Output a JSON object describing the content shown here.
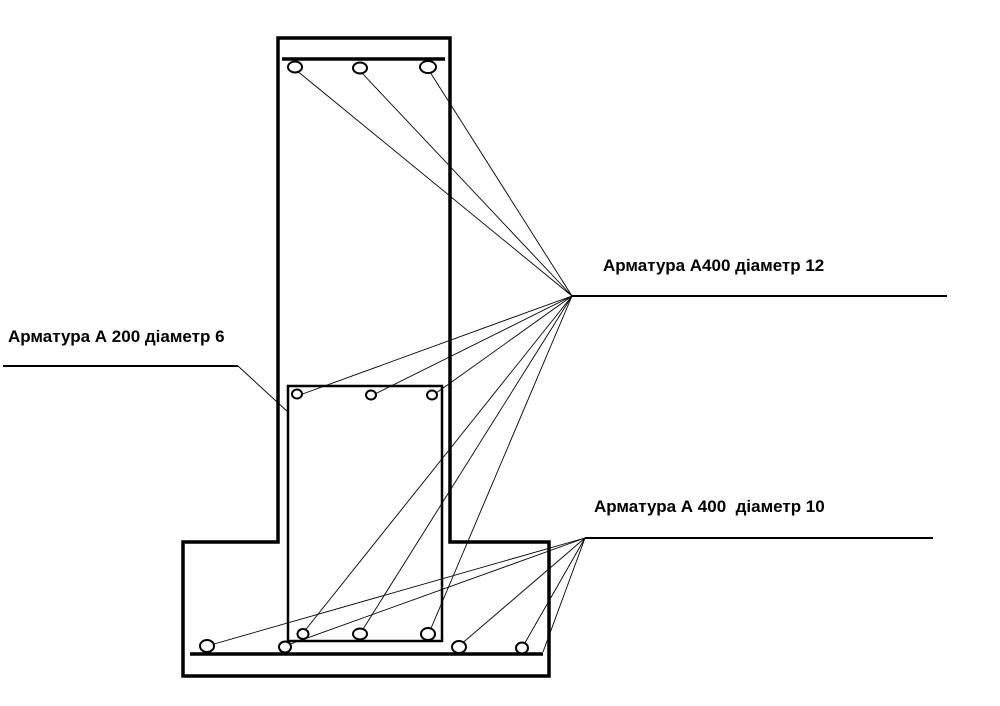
{
  "labels": {
    "rebar_a400_d12": "Арматура А400 діаметр 12",
    "rebar_a200_d6": "Арматура А 200 діаметр 6",
    "rebar_a400_d10": "Арматура А 400  діаметр 10"
  },
  "colors": {
    "ink": "#000000",
    "background": "#ffffff"
  }
}
